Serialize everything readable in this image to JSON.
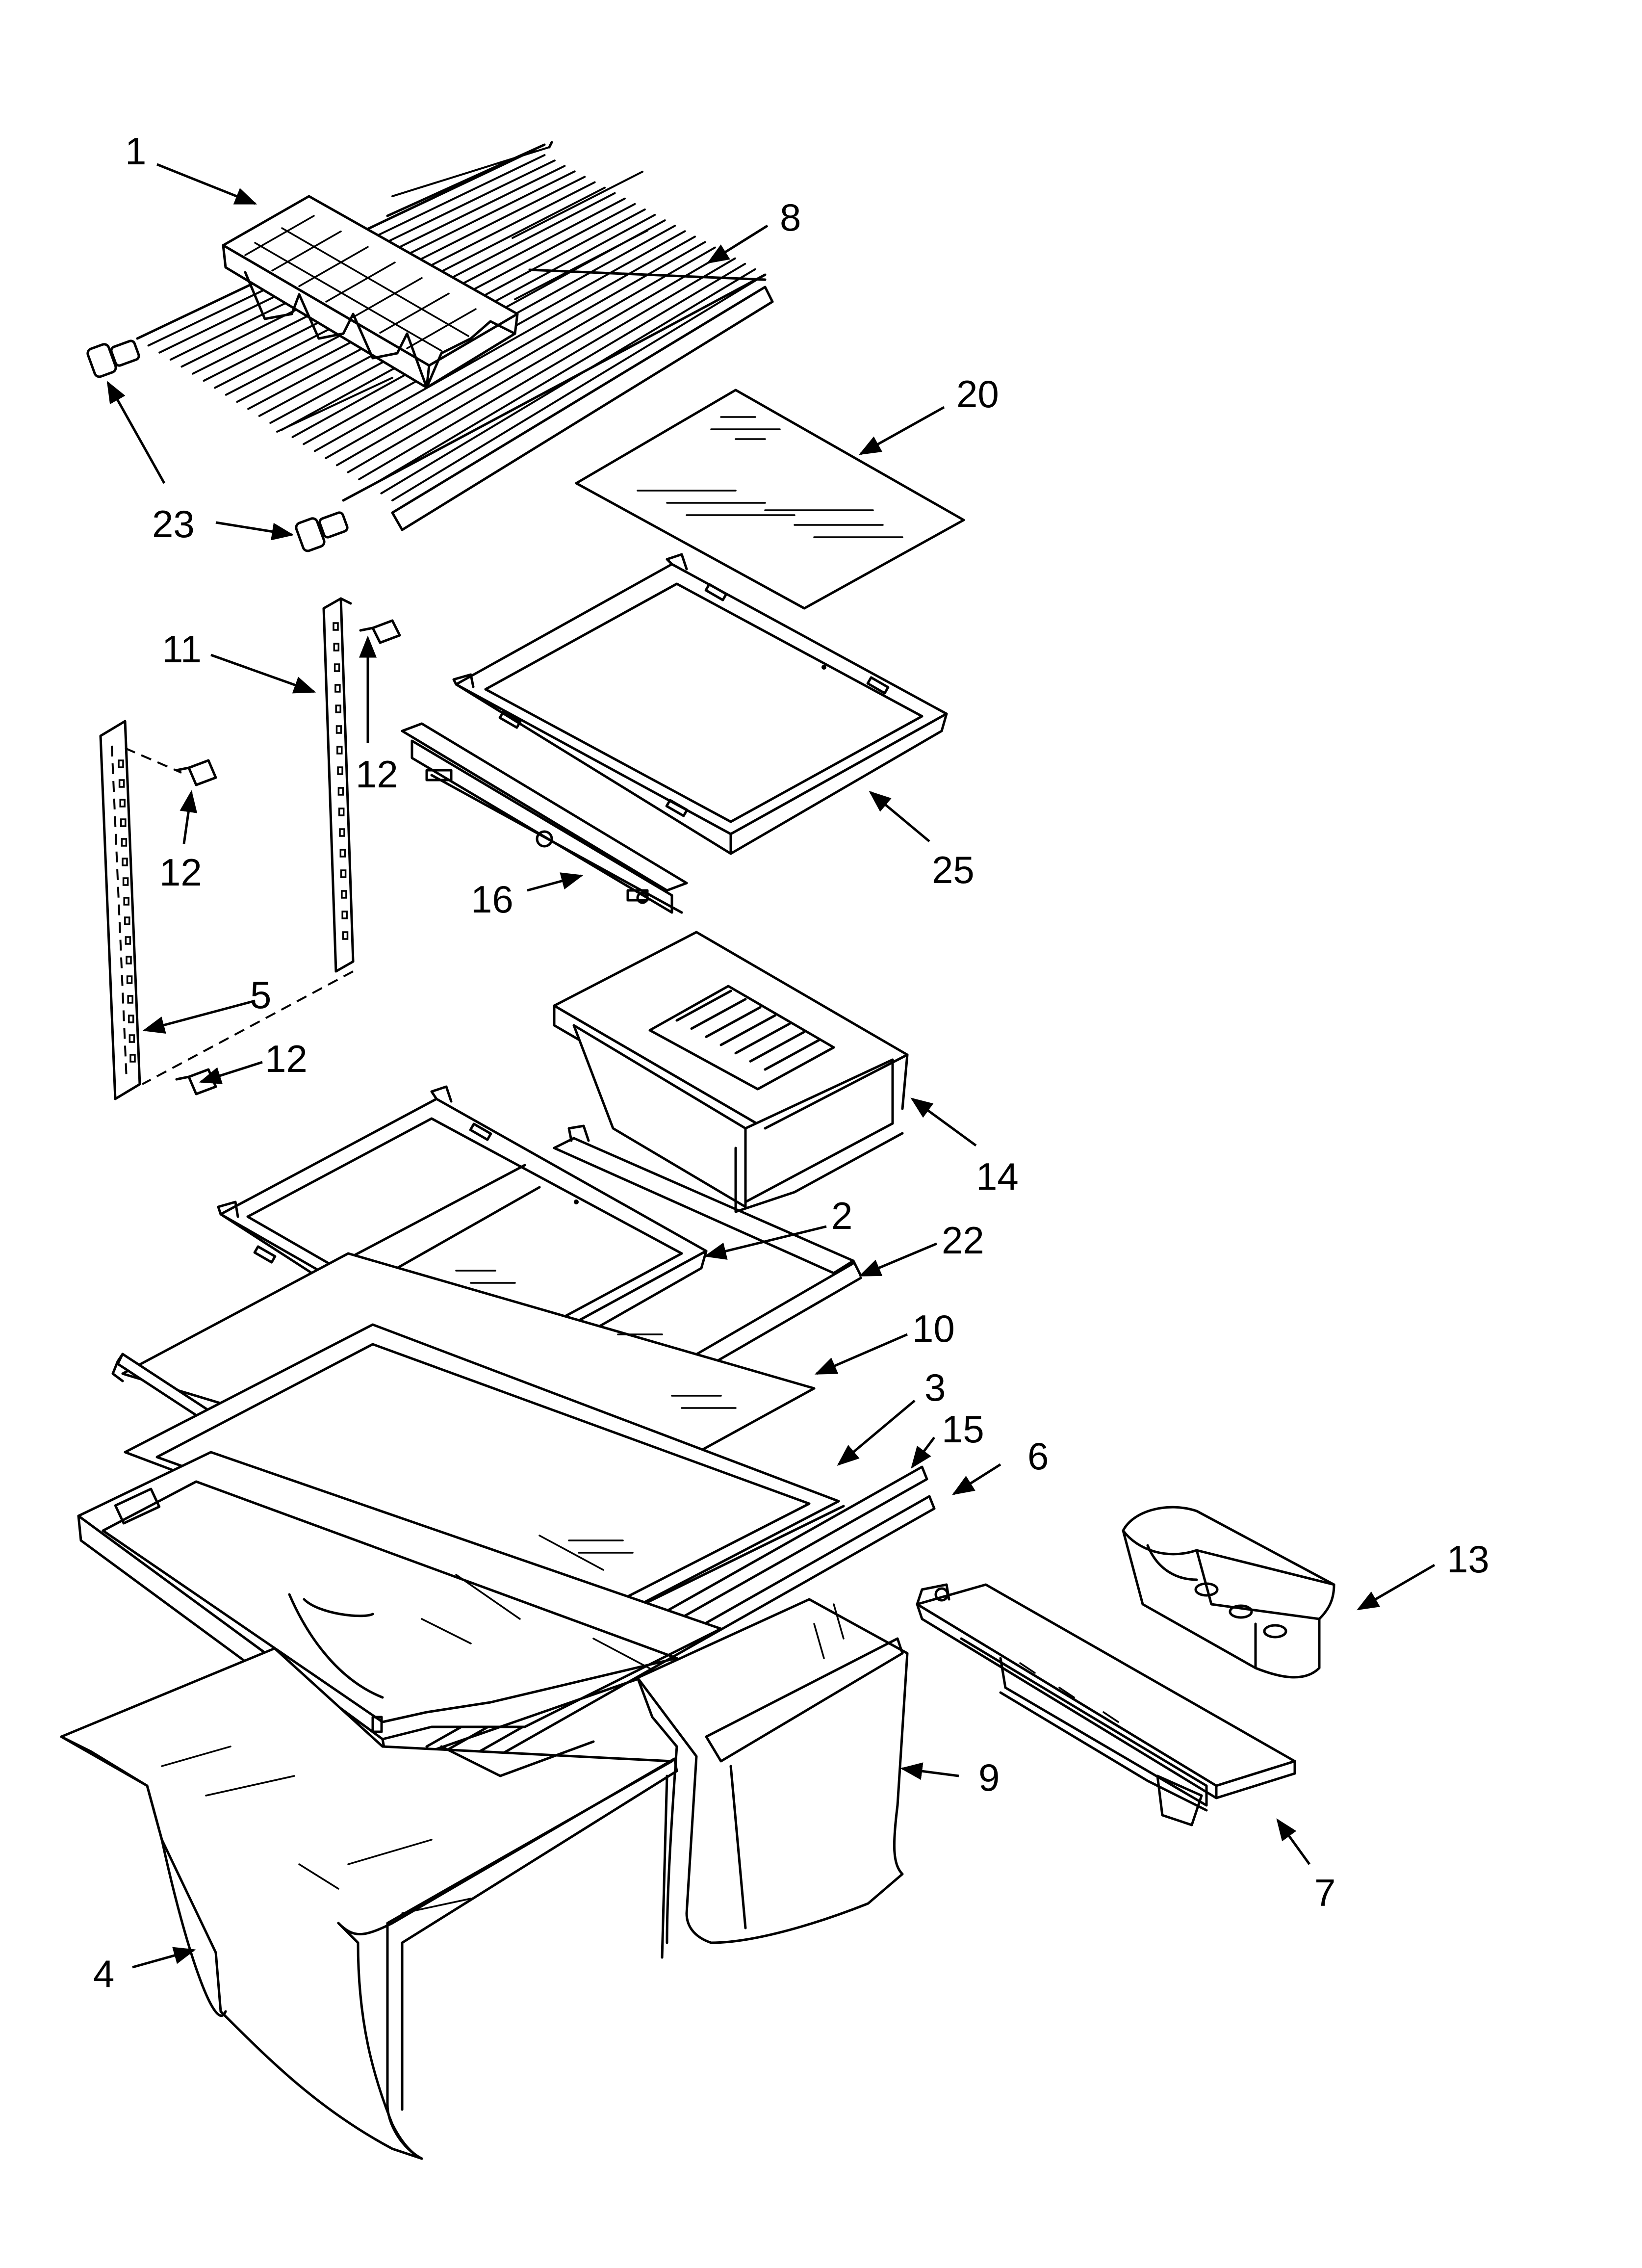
{
  "callouts": [
    {
      "id": "c1",
      "label": "1"
    },
    {
      "id": "c8",
      "label": "8"
    },
    {
      "id": "c20",
      "label": "20"
    },
    {
      "id": "c23",
      "label": "23"
    },
    {
      "id": "c11",
      "label": "11"
    },
    {
      "id": "c12a",
      "label": "12"
    },
    {
      "id": "c12b",
      "label": "12"
    },
    {
      "id": "c12c",
      "label": "12"
    },
    {
      "id": "c25",
      "label": "25"
    },
    {
      "id": "c16",
      "label": "16"
    },
    {
      "id": "c5",
      "label": "5"
    },
    {
      "id": "c14",
      "label": "14"
    },
    {
      "id": "c2",
      "label": "2"
    },
    {
      "id": "c22",
      "label": "22"
    },
    {
      "id": "c10",
      "label": "10"
    },
    {
      "id": "c3",
      "label": "3"
    },
    {
      "id": "c15",
      "label": "15"
    },
    {
      "id": "c6",
      "label": "6"
    },
    {
      "id": "c13",
      "label": "13"
    },
    {
      "id": "c9",
      "label": "9"
    },
    {
      "id": "c7",
      "label": "7"
    },
    {
      "id": "c4",
      "label": "4"
    }
  ]
}
